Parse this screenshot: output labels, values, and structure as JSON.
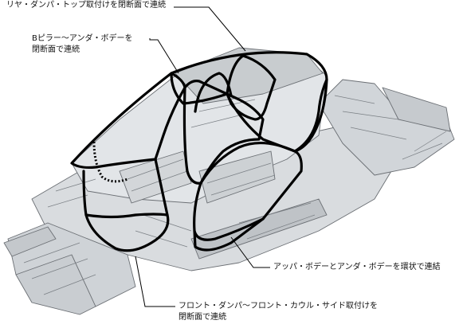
{
  "callouts": {
    "rear_damper": {
      "line1": "リヤ・ダンパ・トップ取付けを閉断面で連続"
    },
    "b_pillar": {
      "line1": "Bピラー〜アンダ・ボデーを",
      "line2": "閉断面で連続"
    },
    "upper_under": {
      "line1": "アッパ・ボデーとアンダ・ボデーを環状で連結"
    },
    "front_damper": {
      "line1": "フロント・ダンパ〜フロント・カウル・サイド取付けを",
      "line2": "閉断面で連続"
    }
  },
  "colors": {
    "structure_fill": "#d9dcdf",
    "structure_line": "#6b6f74",
    "highlight_loop": "#000000",
    "leader": "#000000"
  }
}
